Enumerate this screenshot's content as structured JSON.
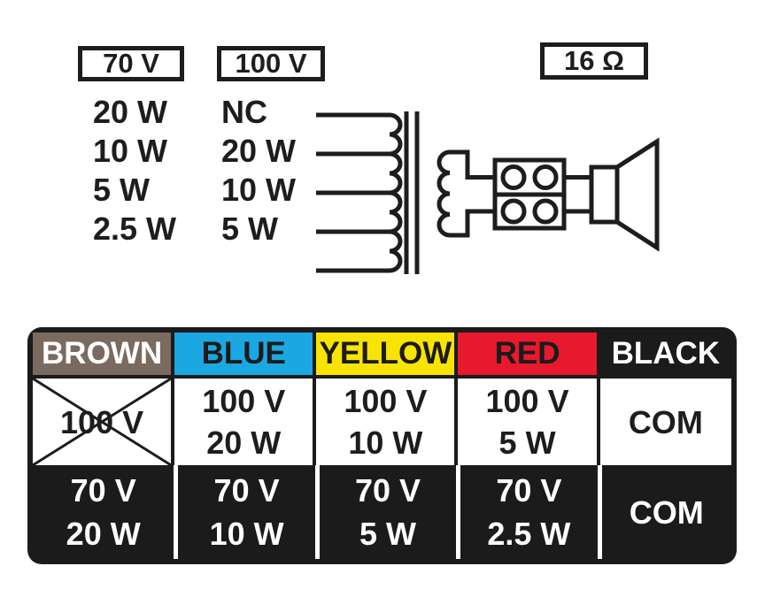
{
  "diagram": {
    "boxes": {
      "v70": "70 V",
      "v100": "100 V",
      "impedance": "16 Ω"
    },
    "taps_70v": [
      "20 W",
      "10 W",
      "5 W",
      "2.5 W"
    ],
    "taps_100v": [
      "NC",
      "20 W",
      "10 W",
      "5 W"
    ]
  },
  "table": {
    "headers": [
      {
        "label": "BROWN",
        "bg": "#7a6a5f",
        "fg": "#ffffff"
      },
      {
        "label": "BLUE",
        "bg": "#1ba7e2",
        "fg": "#1b1b1b"
      },
      {
        "label": "YELLOW",
        "bg": "#f8e400",
        "fg": "#1b1b1b"
      },
      {
        "label": "RED",
        "bg": "#e8192c",
        "fg": "#1b1b1b"
      },
      {
        "label": "BLACK",
        "bg": "#1b1b1b",
        "fg": "#ffffff"
      }
    ],
    "row_100v": [
      {
        "line1": "100 V",
        "line2": "",
        "crossed_out": true
      },
      {
        "line1": "100 V",
        "line2": "20 W"
      },
      {
        "line1": "100 V",
        "line2": "10 W"
      },
      {
        "line1": "100 V",
        "line2": "5 W"
      },
      {
        "line1": "COM",
        "line2": ""
      }
    ],
    "row_70v": [
      {
        "line1": "70 V",
        "line2": "20 W"
      },
      {
        "line1": "70 V",
        "line2": "10 W"
      },
      {
        "line1": "70 V",
        "line2": "5 W"
      },
      {
        "line1": "70 V",
        "line2": "2.5 W"
      },
      {
        "line1": "COM",
        "line2": ""
      }
    ]
  },
  "colors": {
    "line_art": "#1d1d1d",
    "table_frame": "#1b1b1b",
    "background": "#ffffff"
  }
}
